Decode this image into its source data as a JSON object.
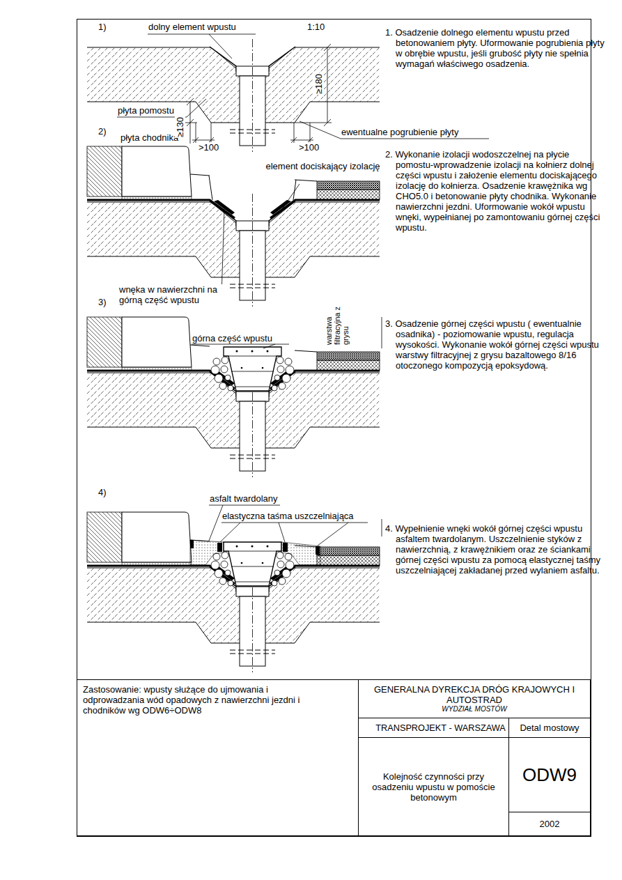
{
  "diagram": {
    "nodes": [
      {
        "text": [
          "Zastosowanie: wpusty służące do ujmowania i odprowadzania wód opadowych z nawierzchni jezdni i chodników wg ODW6÷ODW8"
        ]
      },
      {
        "text": [
          "GENERALNA DYREKCJA DRÓG KRAJOWYCH I AUTOSTRAD",
          "WYDZIAŁ MOSTÓW"
        ]
      },
      {
        "text": [
          "TRANSPROJEKT - WARSZAWA"
        ]
      },
      {
        "text": [
          "Detal mostowy"
        ]
      },
      {
        "text": [
          "Kolejność czynności przy osadzeniu wpustu w pomoście betonowym"
        ]
      },
      {
        "text": [
          "ODW9"
        ]
      },
      {
        "text": [
          "2002"
        ]
      }
    ],
    "labels": [
      "1)",
      "dolny element wpustu",
      "1:10",
      "1. Osadzenie dolnego elementu wpustu przed betonowaniem płyty. Uformowanie pogrubienia płyty w obrębie wpustu, jeśli grubość płyty nie spełnia wymagań właściwego osadzenia.",
      "≥180",
      "płyta pomostu",
      "2)",
      "płyta chodnika",
      "≥130",
      ">100",
      ">100",
      "ewentualne pogrubienie płyty",
      "element dociskający izolację",
      "2. Wykonanie izolacji wodoszczelnej na płycie pomostu-wprowadzenie izolacji na kołnierz dolnej części wpustu i założenie elementu dociskającego izolację do kołnierza. Osadzenie krawężnika wg CHO5.0 i betonowanie płyty chodnika. Wykonanie nawierzchni jezdni. Uformowanie wokół wpustu wnęki, wypełnianej po zamontowaniu górnej części wpustu.",
      "wnęka w nawierzchni na górną część wpustu",
      "3)",
      "górna część wpustu",
      "warstwa filtracyjna z grysu",
      "3. Osadzenie górnej części wpustu ( ewentualnie osadnika) - poziomowanie wpustu, regulacja wysokości. Wykonanie wokół górnej części wpustu warstwy filtracyjnej z grysu bazaltowego 8/16 otoczonego kompozycją epoksydową.",
      "4)",
      "asfalt twardolany",
      "elastyczna taśma uszczelniająca",
      "4. Wypełnienie wnęki wokół górnej części wpustu asfaltem twardolanym. Uszczelnienie styków z nawierzchnią, z krawężnikiem oraz ze ściankami górnej części wpustu za pomocą elastycznej taśmy uszczelniającej zakładanej przed wylaniem asfaltu."
    ]
  }
}
